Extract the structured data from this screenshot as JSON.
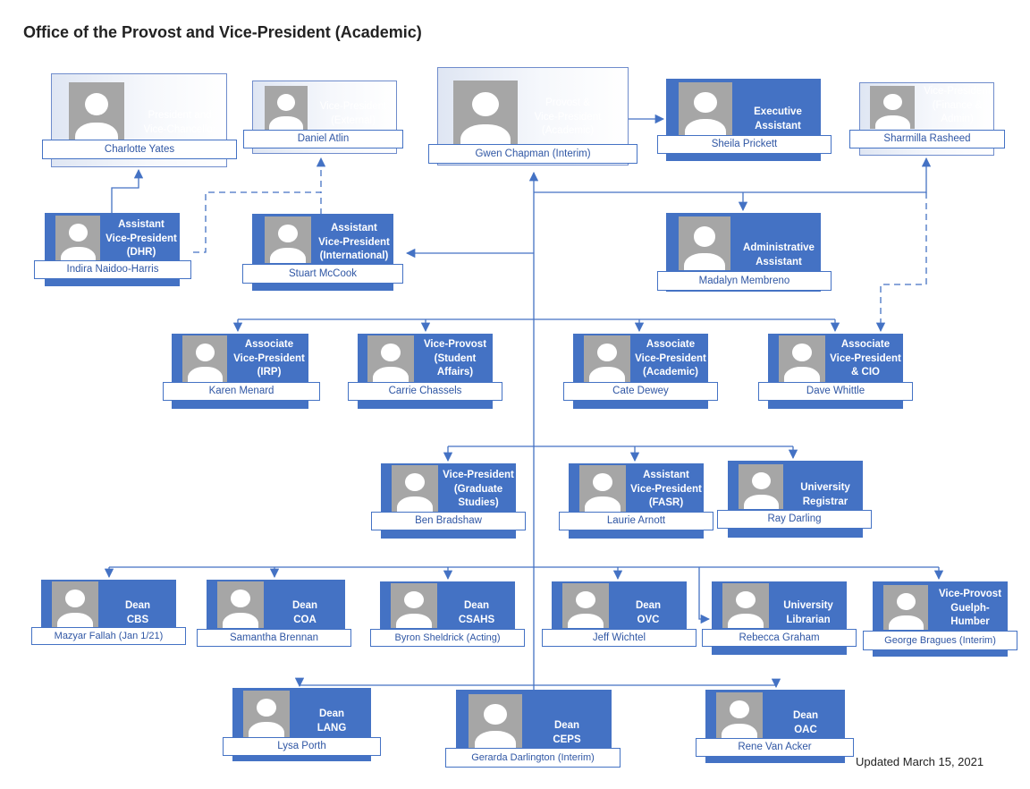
{
  "header": {
    "title": "Office of the Provost and Vice-President (Academic)"
  },
  "footer": {
    "updated": "Updated March 15, 2021"
  },
  "colors": {
    "card_blue": "#4472c4",
    "line": "#4472c4",
    "name_text": "#2f56a4",
    "photo_gray": "#a6a6a6"
  },
  "people": {
    "president": {
      "title": "President and\nVice-Chancellor",
      "name": "Charlotte Yates"
    },
    "vp_external": {
      "title": "Vice-President\n(External)",
      "name": "Daniel Atlin"
    },
    "provost": {
      "title": "Provost &\nVice-President\n(Academic)",
      "name": "Gwen Chapman (Interim)"
    },
    "exec_asst": {
      "title": "Executive\nAssistant",
      "name": "Sheila Prickett"
    },
    "vp_finance": {
      "title": "Vice-President\n(Finance &\nAdmin)",
      "name": "Sharmilla Rasheed"
    },
    "avp_dhr": {
      "title": "Assistant\nVice-President\n(DHR)",
      "name": "Indira Naidoo-Harris"
    },
    "avp_intl": {
      "title": "Assistant\nVice-President\n(International)",
      "name": "Stuart McCook"
    },
    "admin_asst": {
      "title": "Administrative\nAssistant",
      "name": "Madalyn Membreno"
    },
    "avp_irp": {
      "title": "Associate\nVice-President\n(IRP)",
      "name": "Karen Menard"
    },
    "vprov_sa": {
      "title": "Vice-Provost\n(Student\nAffairs)",
      "name": "Carrie Chassels"
    },
    "avp_acad": {
      "title": "Associate\nVice-President\n(Academic)",
      "name": "Cate Dewey"
    },
    "avp_cio": {
      "title": "Associate\nVice-President\n& CIO",
      "name": "Dave Whittle"
    },
    "vp_grad": {
      "title": "Vice-President\n(Graduate\nStudies)",
      "name": "Ben Bradshaw"
    },
    "avp_fasr": {
      "title": "Assistant\nVice-President\n(FASR)",
      "name": "Laurie Arnott"
    },
    "registrar": {
      "title": "University\nRegistrar",
      "name": "Ray Darling"
    },
    "dean_cbs": {
      "title": "Dean\nCBS",
      "name": "Mazyar Fallah (Jan 1/21)"
    },
    "dean_coa": {
      "title": "Dean\nCOA",
      "name": "Samantha Brennan"
    },
    "dean_csahs": {
      "title": "Dean\nCSAHS",
      "name": "Byron Sheldrick (Acting)"
    },
    "dean_ovc": {
      "title": "Dean\nOVC",
      "name": "Jeff Wichtel"
    },
    "librarian": {
      "title": "University\nLibrarian",
      "name": "Rebecca Graham"
    },
    "vprov_gh": {
      "title": "Vice-Provost\nGuelph-\nHumber",
      "name": "George Bragues (Interim)"
    },
    "dean_lang": {
      "title": "Dean\nLANG",
      "name": "Lysa Porth"
    },
    "dean_ceps": {
      "title": "Dean\nCEPS",
      "name": "Gerarda Darlington (Interim)"
    },
    "dean_oac": {
      "title": "Dean\nOAC",
      "name": "Rene Van Acker"
    }
  }
}
